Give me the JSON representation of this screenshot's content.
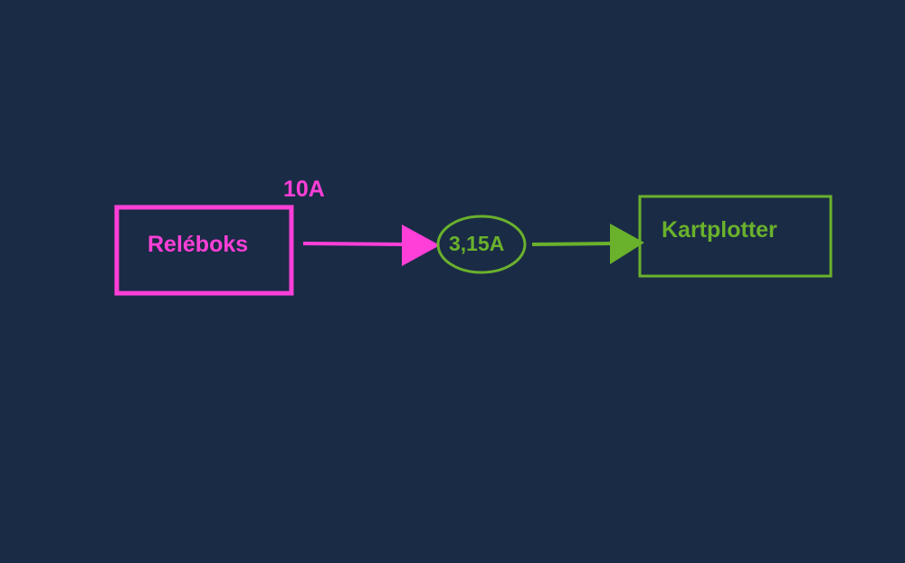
{
  "diagram": {
    "relay_box": {
      "label": "Reléboks"
    },
    "main_fuse": {
      "label": "10A"
    },
    "fuse": {
      "label": "3,15A"
    },
    "chart_plotter": {
      "label": "Kartplotter"
    }
  },
  "colors": {
    "background": "#1a2b45",
    "pink": "#ff3fd8",
    "green": "#6ab12c"
  }
}
